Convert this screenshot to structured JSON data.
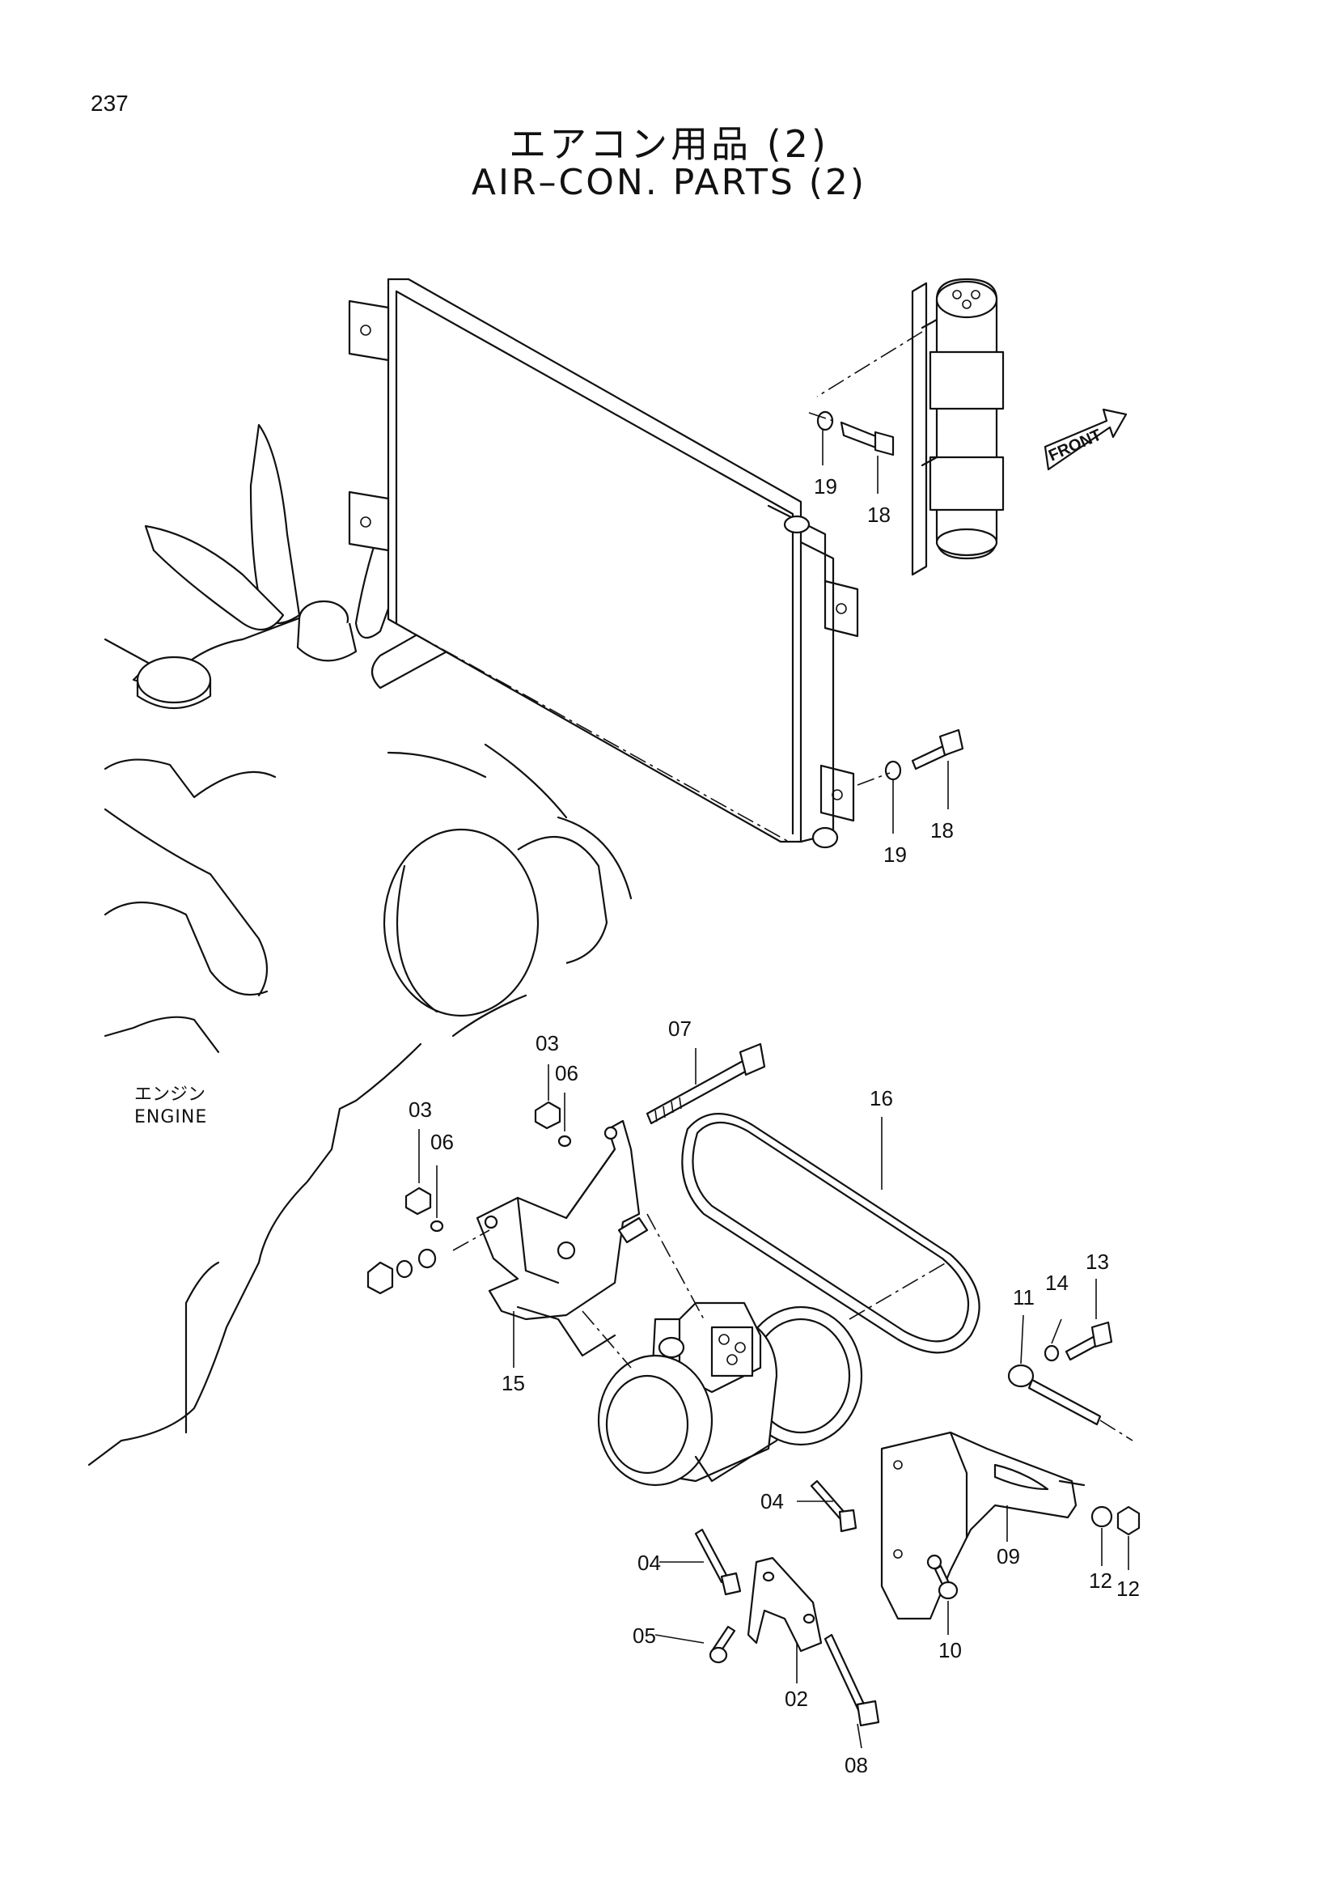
{
  "page": {
    "number": "237",
    "title_jp": "エアコン用品 (2)",
    "title_en": "AIR–CON. PARTS (2)"
  },
  "diagram": {
    "engine_label_jp": "エンジン",
    "engine_label_en": "ENGINE",
    "front_arrow_text": "FRONT",
    "callouts": {
      "c19a": "19",
      "c18a": "18",
      "c19b": "19",
      "c18b": "18",
      "c07": "07",
      "c03a": "03",
      "c06a": "06",
      "c03b": "03",
      "c06b": "06",
      "c16": "16",
      "c13": "13",
      "c14": "14",
      "c11": "11",
      "c15": "15",
      "c04a": "04",
      "c04b": "04",
      "c05": "05",
      "c02": "02",
      "c08": "08",
      "c09": "09",
      "c12a": "12",
      "c12b": "12",
      "c10": "10"
    }
  }
}
